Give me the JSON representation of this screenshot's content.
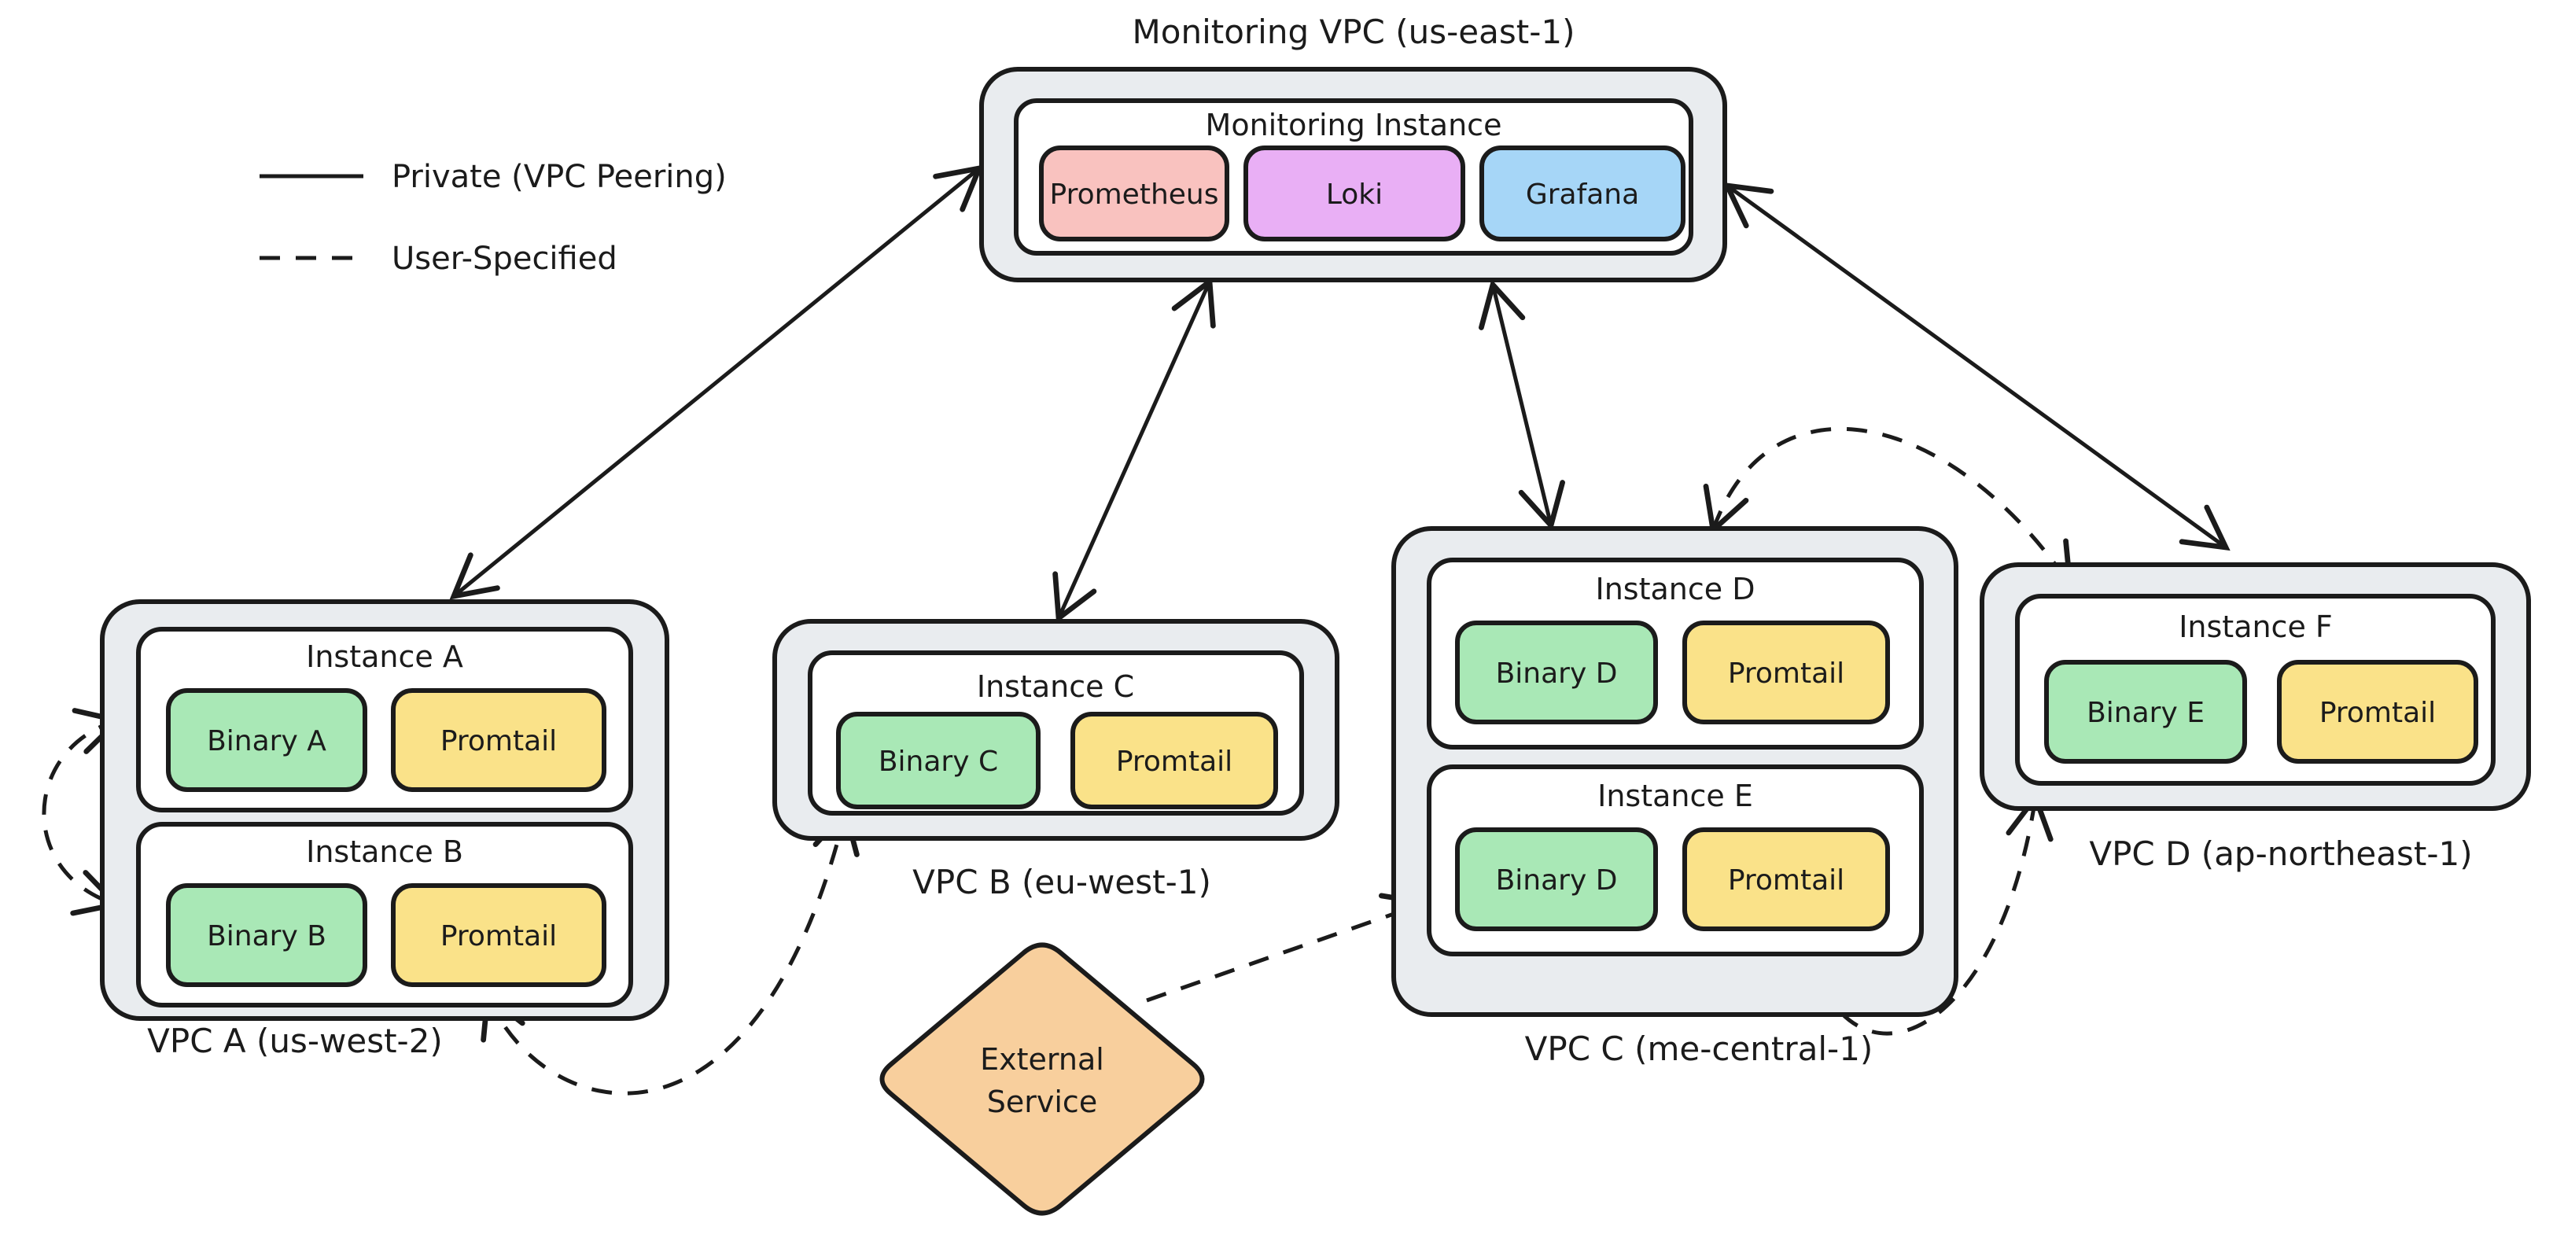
{
  "legend": {
    "items": [
      {
        "style": "solid",
        "label": "Private (VPC Peering)"
      },
      {
        "style": "dashed",
        "label": "User-Specified"
      }
    ]
  },
  "monitoring_vpc": {
    "title": "Monitoring VPC (us-east-1)",
    "instance_label": "Monitoring Instance",
    "components": [
      {
        "label": "Prometheus",
        "color": "#f9c2bf"
      },
      {
        "label": "Loki",
        "color": "#e9aff5"
      },
      {
        "label": "Grafana",
        "color": "#a6d6f7"
      }
    ]
  },
  "vpcs": [
    {
      "label": "VPC A (us-west-2)",
      "instances": [
        {
          "label": "Instance A",
          "binary": "Binary A",
          "agent": "Promtail"
        },
        {
          "label": "Instance B",
          "binary": "Binary B",
          "agent": "Promtail"
        }
      ]
    },
    {
      "label": "VPC B (eu-west-1)",
      "instances": [
        {
          "label": "Instance C",
          "binary": "Binary C",
          "agent": "Promtail"
        }
      ]
    },
    {
      "label": "VPC C (me-central-1)",
      "instances": [
        {
          "label": "Instance D",
          "binary": "Binary D",
          "agent": "Promtail"
        },
        {
          "label": "Instance E",
          "binary": "Binary D",
          "agent": "Promtail"
        }
      ]
    },
    {
      "label": "VPC D (ap-northeast-1)",
      "instances": [
        {
          "label": "Instance F",
          "binary": "Binary E",
          "agent": "Promtail"
        }
      ]
    }
  ],
  "external_service": {
    "line1": "External",
    "line2": "Service",
    "color": "#f8cf9d"
  },
  "colors": {
    "binary_green": "#a9e8b6",
    "promtail_yellow": "#fae289",
    "box_gray": "#e9ecef",
    "stroke": "#1b1b1b"
  },
  "connections": [
    {
      "from": "Monitoring Instance",
      "to": "VPC A",
      "type": "private-vpc-peering"
    },
    {
      "from": "Monitoring Instance",
      "to": "VPC B",
      "type": "private-vpc-peering"
    },
    {
      "from": "Monitoring Instance",
      "to": "VPC C",
      "type": "private-vpc-peering"
    },
    {
      "from": "Monitoring Instance",
      "to": "VPC D",
      "type": "private-vpc-peering"
    },
    {
      "from": "Instance A",
      "to": "Instance B",
      "type": "user-specified"
    },
    {
      "from": "Instance B",
      "to": "Instance C",
      "type": "user-specified"
    },
    {
      "from": "External Service",
      "to": "Instance E",
      "type": "user-specified"
    },
    {
      "from": "Instance D",
      "to": "VPC D",
      "type": "user-specified"
    },
    {
      "from": "Instance E",
      "to": "Instance F",
      "type": "user-specified"
    }
  ]
}
